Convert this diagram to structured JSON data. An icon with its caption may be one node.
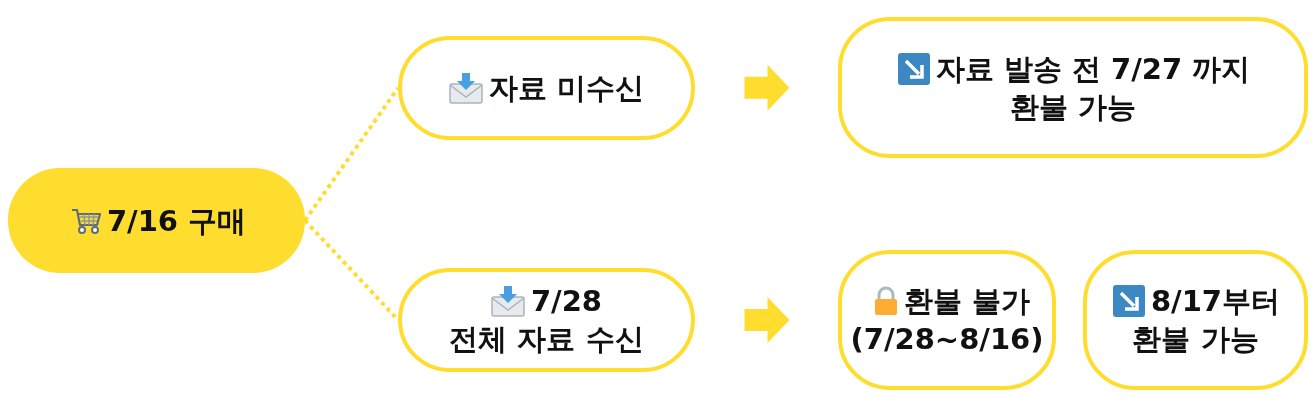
{
  "diagram": {
    "nodes": [
      {
        "text": [
          "7/16 구매"
        ]
      },
      {
        "text": [
          "자료 미수신"
        ]
      },
      {
        "text": [
          "7/28 전체 자료 수신"
        ]
      },
      {
        "text": [
          "자료 발송 전 7/27 까지 환불 가능"
        ]
      },
      {
        "text": [
          "환불 불가 (7/28~8/16)"
        ]
      },
      {
        "text": [
          "8/17부터 환불 가능"
        ]
      }
    ],
    "edges": [
      {
        "from": 0,
        "to": 1,
        "arrow": "none",
        "style": "dashed"
      },
      {
        "from": 0,
        "to": 2,
        "arrow": "none",
        "style": "dashed"
      },
      {
        "from": 1,
        "to": 3,
        "arrow": "to",
        "style": "thick"
      },
      {
        "from": 2,
        "to": 4,
        "arrow": "to",
        "style": "thick"
      }
    ]
  }
}
